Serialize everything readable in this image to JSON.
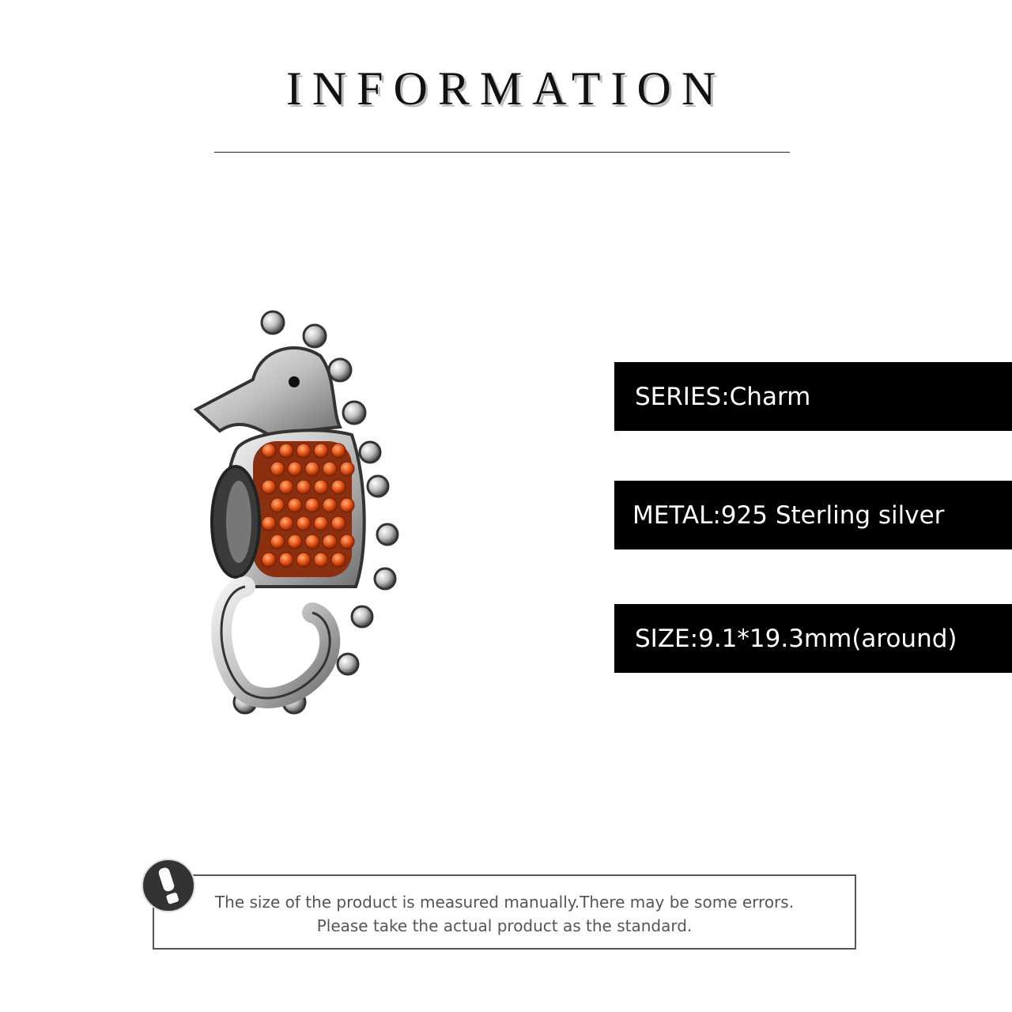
{
  "header": {
    "title": "INFORMATION"
  },
  "specs": [
    {
      "label": "SERIES:",
      "value": "Charm"
    },
    {
      "label": "METAL:",
      "value": "925 Sterling silver"
    },
    {
      "label": "SIZE:",
      "value": "9.1*19.3mm(around)"
    }
  ],
  "notice": {
    "icon": "warning-exclamation-icon",
    "line1": "The size of the product is measured manually.There may be some errors.",
    "line2": "Please take the actual product as the standard."
  },
  "colors": {
    "spec_background": "#000000",
    "spec_text": "#ffffff",
    "gem": "#e8561a",
    "silver": "#c9c9c9"
  }
}
